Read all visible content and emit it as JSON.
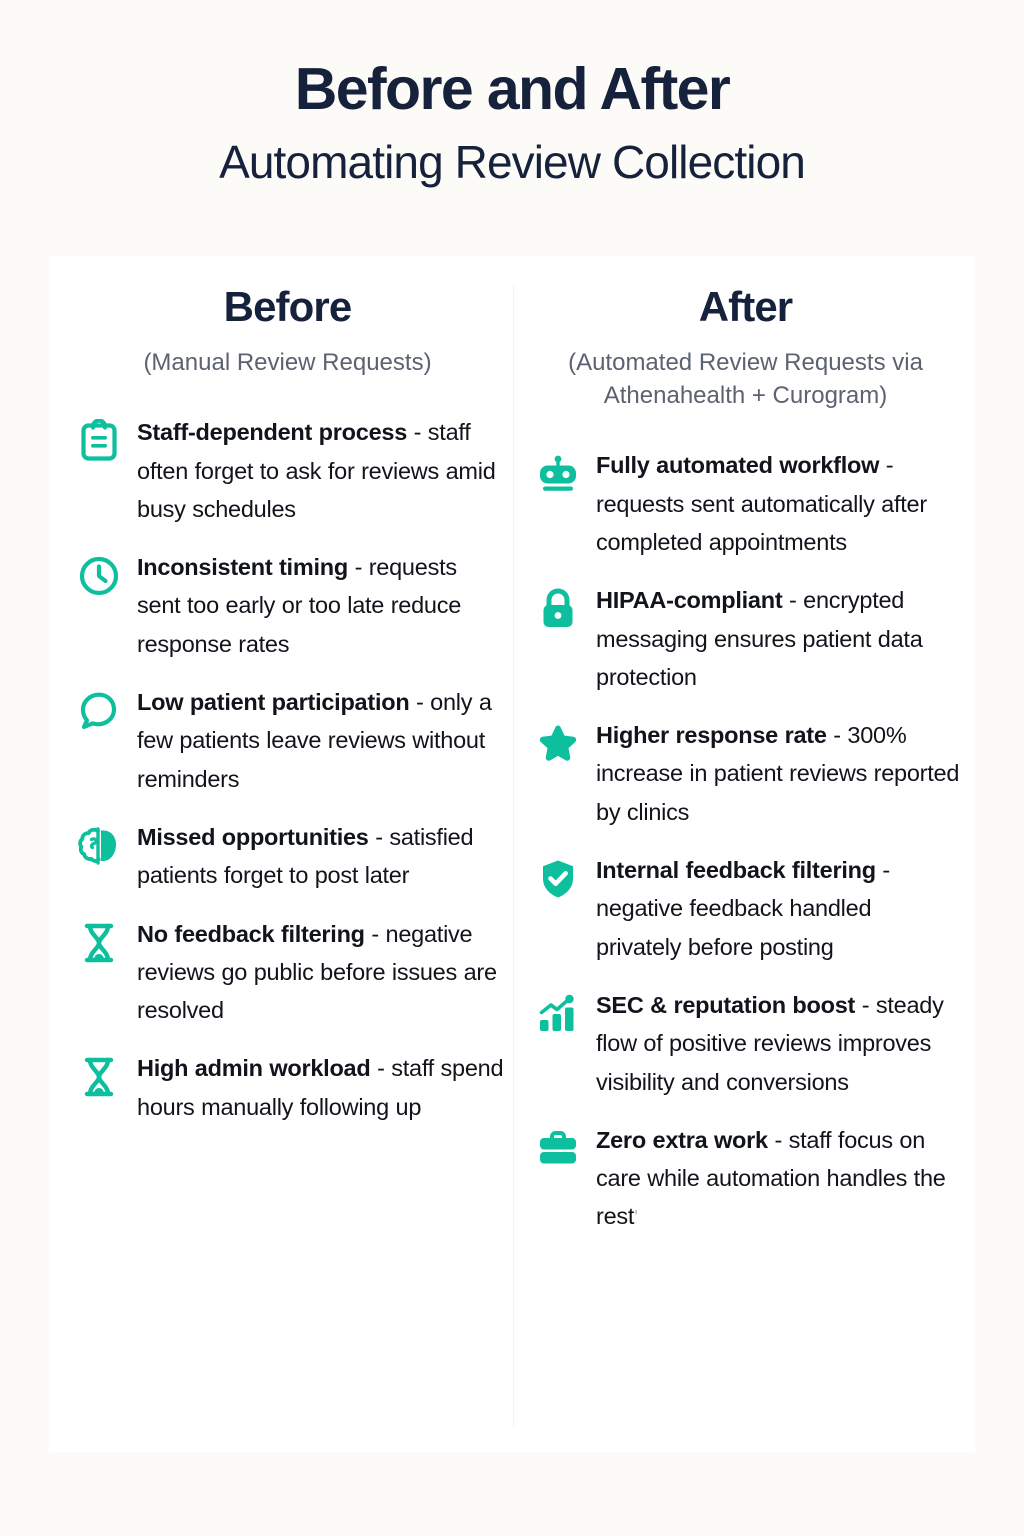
{
  "meta": {
    "background_color": "#fdfbf7",
    "card_color": "#ffffff",
    "accent_color": "#0dbf9c",
    "heading_color": "#16213c",
    "body_color": "#12141c",
    "muted_color": "#5c6270"
  },
  "header": {
    "title": "Before and After",
    "subtitle": "Automating Review Collection"
  },
  "columns": [
    {
      "key": "before",
      "title": "Before",
      "subtitle": "(Manual Review Requests)",
      "items": [
        {
          "icon": "clipboard-icon",
          "lead": "Staff-dependent process",
          "body": " - staff often forget to ask for reviews amid busy schedules"
        },
        {
          "icon": "clock-icon",
          "lead": "Inconsistent timing",
          "body": " - requests sent too early or too late reduce response rates"
        },
        {
          "icon": "speech-bubble-icon",
          "lead": "Low patient participation",
          "body": " - only a few patients leave reviews without reminders"
        },
        {
          "icon": "brain-icon",
          "lead": "Missed opportunities",
          "body": " - satisfied patients forget to post later"
        },
        {
          "icon": "hourglass-icon",
          "lead": "No feedback filtering",
          "body": " - negative reviews go public before issues are resolved"
        },
        {
          "icon": "hourglass-icon",
          "lead": "High admin workload",
          "body": " - staff spend hours manually following up"
        }
      ]
    },
    {
      "key": "after",
      "title": "After",
      "subtitle": "(Automated Review Requests via Athenahealth + Curogram)",
      "items": [
        {
          "icon": "robot-icon",
          "lead": "Fully automated workflow",
          "body": " - requests sent automatically after completed appointments"
        },
        {
          "icon": "lock-icon",
          "lead": "HIPAA-compliant",
          "body": " - encrypted messaging en­sures patient data protection"
        },
        {
          "icon": "star-icon",
          "lead": "Higher response rate",
          "body": " - 300% increase in patient reviews reported by clinics"
        },
        {
          "icon": "shield-check-icon",
          "lead": "Internal feedback filtering",
          "body": " - negative feedback handled privately before posting"
        },
        {
          "icon": "bar-chart-growth-icon",
          "lead": "SEC & reputation boost",
          "body": " - steady flow of positive reviews improves visibility and conversions"
        },
        {
          "icon": "briefcase-icon",
          "lead": "Zero extra work",
          "body": " - staff focus on care while automation handles the rest"
        }
      ]
    }
  ]
}
